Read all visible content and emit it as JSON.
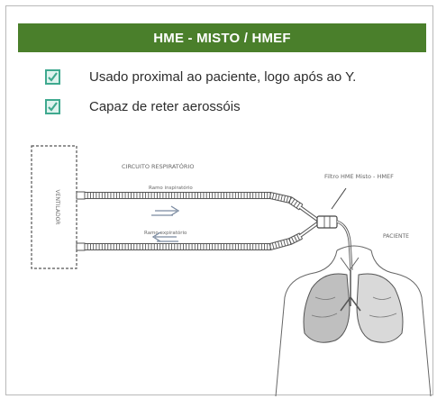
{
  "slide": {
    "title": "HME - MISTO / HMEF",
    "bullets": [
      {
        "text": "Usado proximal ao paciente, logo após ao Y.",
        "icon": "checkbox-checked-icon"
      },
      {
        "text": "Capaz de reter aerossóis",
        "icon": "checkbox-checked-icon"
      }
    ]
  },
  "diagram": {
    "ventilator_label": "VENTILADOR",
    "circuit_label": "CIRCUITO RESPIRATÓRIO",
    "inspiratory_label": "Ramo inspiratório",
    "expiratory_label": "Ramo expiratório",
    "filter_label": "Filtro HME Misto - HMEF",
    "patient_label": "PACIENTE"
  },
  "colors": {
    "header_bg": "#4a7f2b",
    "check_border": "#3fa98f",
    "check_fill": "#dff3ee"
  }
}
